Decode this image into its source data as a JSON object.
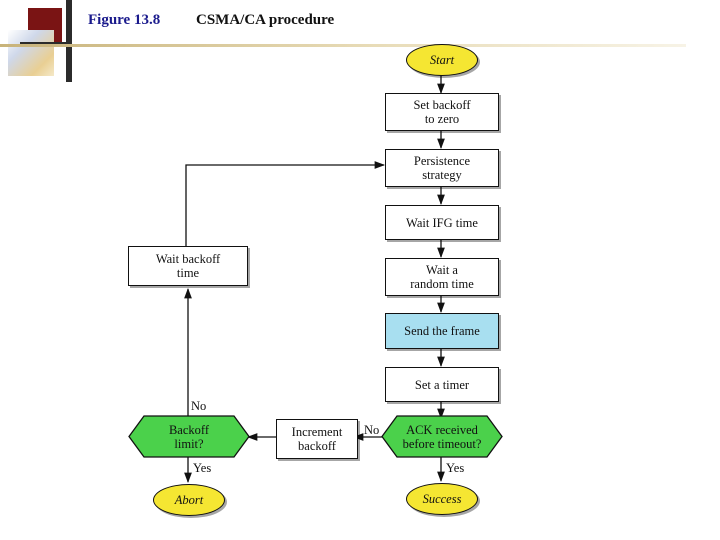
{
  "header": {
    "figure_label": "Figure 13.8",
    "figure_title": "CSMA/CA procedure"
  },
  "diagram": {
    "type": "flowchart",
    "nodes": [
      {
        "id": "start",
        "label": "Start",
        "shape": "ellipse",
        "fill": "#f5e632"
      },
      {
        "id": "set_backoff",
        "label": "Set backoff\nto zero",
        "shape": "box",
        "fill": "#ffffff"
      },
      {
        "id": "persistence",
        "label": "Persistence\nstrategy",
        "shape": "box",
        "fill": "#ffffff"
      },
      {
        "id": "wait_ifg",
        "label": "Wait IFG time",
        "shape": "box",
        "fill": "#ffffff"
      },
      {
        "id": "wait_random",
        "label": "Wait a\nrandom time",
        "shape": "box",
        "fill": "#ffffff"
      },
      {
        "id": "send_frame",
        "label": "Send the frame",
        "shape": "box",
        "fill": "#a8dff0"
      },
      {
        "id": "set_timer",
        "label": "Set a timer",
        "shape": "box",
        "fill": "#ffffff"
      },
      {
        "id": "ack_received",
        "label": "ACK received\nbefore timeout?",
        "shape": "hexagon",
        "fill": "#4bd14b"
      },
      {
        "id": "success",
        "label": "Success",
        "shape": "ellipse",
        "fill": "#f5e632"
      },
      {
        "id": "increment",
        "label": "Increment\nbackoff",
        "shape": "box",
        "fill": "#ffffff"
      },
      {
        "id": "backoff_limit",
        "label": "Backoff\nlimit?",
        "shape": "hexagon",
        "fill": "#4bd14b"
      },
      {
        "id": "abort",
        "label": "Abort",
        "shape": "ellipse",
        "fill": "#f5e632"
      },
      {
        "id": "wait_backoff",
        "label": "Wait backoff\ntime",
        "shape": "box",
        "fill": "#ffffff"
      }
    ],
    "node_labels": {
      "start": "Start",
      "set_backoff_l1": "Set backoff",
      "set_backoff_l2": "to zero",
      "persistence_l1": "Persistence",
      "persistence_l2": "strategy",
      "wait_ifg": "Wait IFG time",
      "wait_random_l1": "Wait a",
      "wait_random_l2": "random time",
      "send_frame": "Send the frame",
      "set_timer": "Set a timer",
      "ack_l1": "ACK received",
      "ack_l2": "before timeout?",
      "success": "Success",
      "increment_l1": "Increment",
      "increment_l2": "backoff",
      "backoff_limit_l1": "Backoff",
      "backoff_limit_l2": "limit?",
      "abort": "Abort",
      "wait_backoff_l1": "Wait backoff",
      "wait_backoff_l2": "time"
    },
    "edge_labels": {
      "ack_no": "No",
      "ack_yes": "Yes",
      "limit_no": "No",
      "limit_yes": "Yes"
    },
    "edges": [
      {
        "from": "start",
        "to": "set_backoff",
        "label": ""
      },
      {
        "from": "set_backoff",
        "to": "persistence",
        "label": ""
      },
      {
        "from": "persistence",
        "to": "wait_ifg",
        "label": ""
      },
      {
        "from": "wait_ifg",
        "to": "wait_random",
        "label": ""
      },
      {
        "from": "wait_random",
        "to": "send_frame",
        "label": ""
      },
      {
        "from": "send_frame",
        "to": "set_timer",
        "label": ""
      },
      {
        "from": "set_timer",
        "to": "ack_received",
        "label": ""
      },
      {
        "from": "ack_received",
        "to": "success",
        "label": "Yes"
      },
      {
        "from": "ack_received",
        "to": "increment",
        "label": "No"
      },
      {
        "from": "increment",
        "to": "backoff_limit",
        "label": ""
      },
      {
        "from": "backoff_limit",
        "to": "abort",
        "label": "Yes"
      },
      {
        "from": "backoff_limit",
        "to": "wait_backoff",
        "label": "No"
      },
      {
        "from": "wait_backoff",
        "to": "persistence",
        "label": ""
      }
    ]
  }
}
